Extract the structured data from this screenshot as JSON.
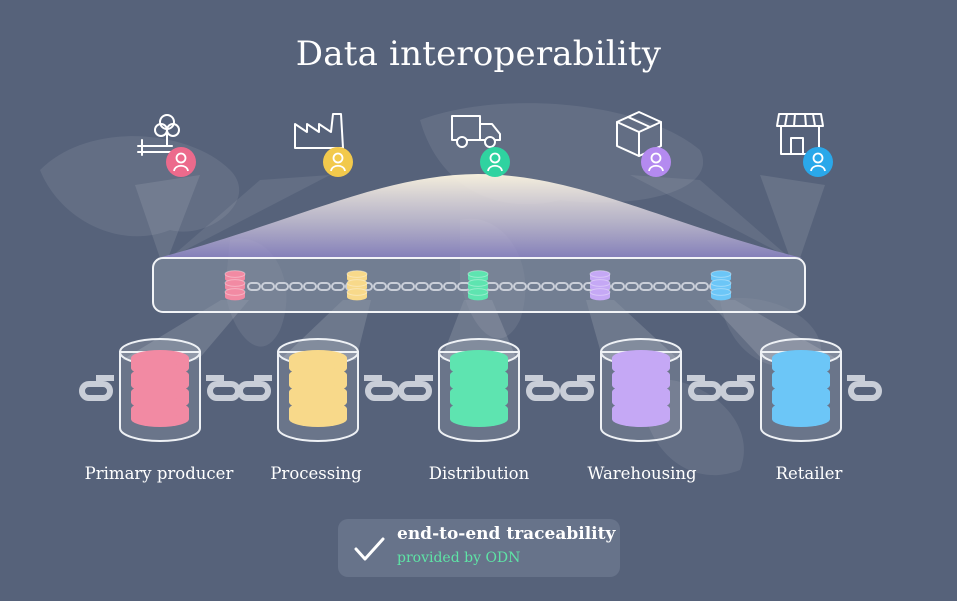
{
  "title": "Data interoperability",
  "stages": [
    {
      "label": "Primary producer",
      "color": "#f28aa3",
      "icon": "tree-and-bench-icon",
      "user_color": "#ec6a8c"
    },
    {
      "label": "Processing",
      "color": "#f8d98a",
      "icon": "factory-icon",
      "user_color": "#f2c94c"
    },
    {
      "label": "Distribution",
      "color": "#5ee4b0",
      "icon": "truck-icon",
      "user_color": "#2fd3a0"
    },
    {
      "label": "Warehousing",
      "color": "#c5a8f5",
      "icon": "box-icon",
      "user_color": "#b48af0"
    },
    {
      "label": "Retailer",
      "color": "#6cc6f7",
      "icon": "storefront-icon",
      "user_color": "#2aa8ea"
    }
  ],
  "badge": {
    "title": "end-to-end traceability",
    "subtitle": "provided by ODN",
    "icon": "checkmark-icon",
    "accent": "#5ee4a6"
  },
  "colors": {
    "background": "#56627a",
    "chain": "#c9ced8"
  }
}
